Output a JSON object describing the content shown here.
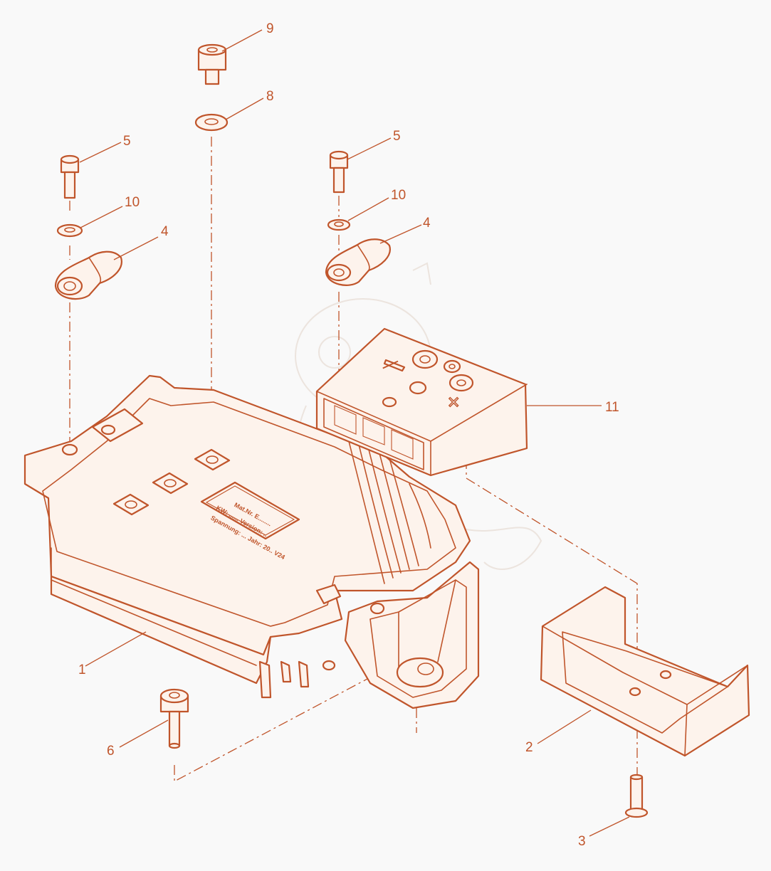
{
  "colors": {
    "accent": "#c0552b",
    "background": "#f9f9f9",
    "part_fill": "#fdf3ec"
  },
  "callouts": {
    "c1": "1",
    "c2": "2",
    "c3": "3",
    "c4a": "4",
    "c4b": "4",
    "c5a": "5",
    "c5b": "5",
    "c6": "6",
    "c8": "8",
    "c9": "9",
    "c10a": "10",
    "c10b": "10",
    "c11": "11"
  },
  "rating_plate": {
    "line1": "Mat.Nr. E........",
    "line2": "KW: ......  Version: ..",
    "line3": "Spannung: ...  Jahr: 20.. V24"
  },
  "connector_marks": {
    "minus": "—",
    "plus": "✕"
  }
}
